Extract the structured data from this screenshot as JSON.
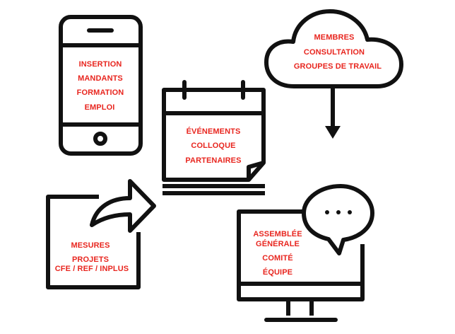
{
  "accent_color": "#e8261f",
  "line_color": "#111111",
  "phone": {
    "icon": "smartphone-icon",
    "items": [
      "INSERTION",
      "MANDANTS",
      "FORMATION",
      "EMPLOI"
    ]
  },
  "cloud": {
    "icon": "cloud-icon",
    "items": [
      "MEMBRES",
      "CONSULTATION",
      "GROUPES DE TRAVAIL"
    ]
  },
  "calendar": {
    "icon": "calendar-icon",
    "items": [
      "ÉVÉNEMENTS",
      "COLLOQUE",
      "PARTENAIRES"
    ]
  },
  "share": {
    "icon": "share-arrow-icon",
    "items": [
      "MESURES",
      "PROJETS",
      "CFE / REF / INPLUS"
    ]
  },
  "monitor": {
    "icon": "monitor-chat-icon",
    "items": [
      "ASSEMBLÉE",
      "GÉNÉRALE",
      "COMITÉ",
      "ÉQUIPE"
    ],
    "bubble_text": "• • •"
  }
}
